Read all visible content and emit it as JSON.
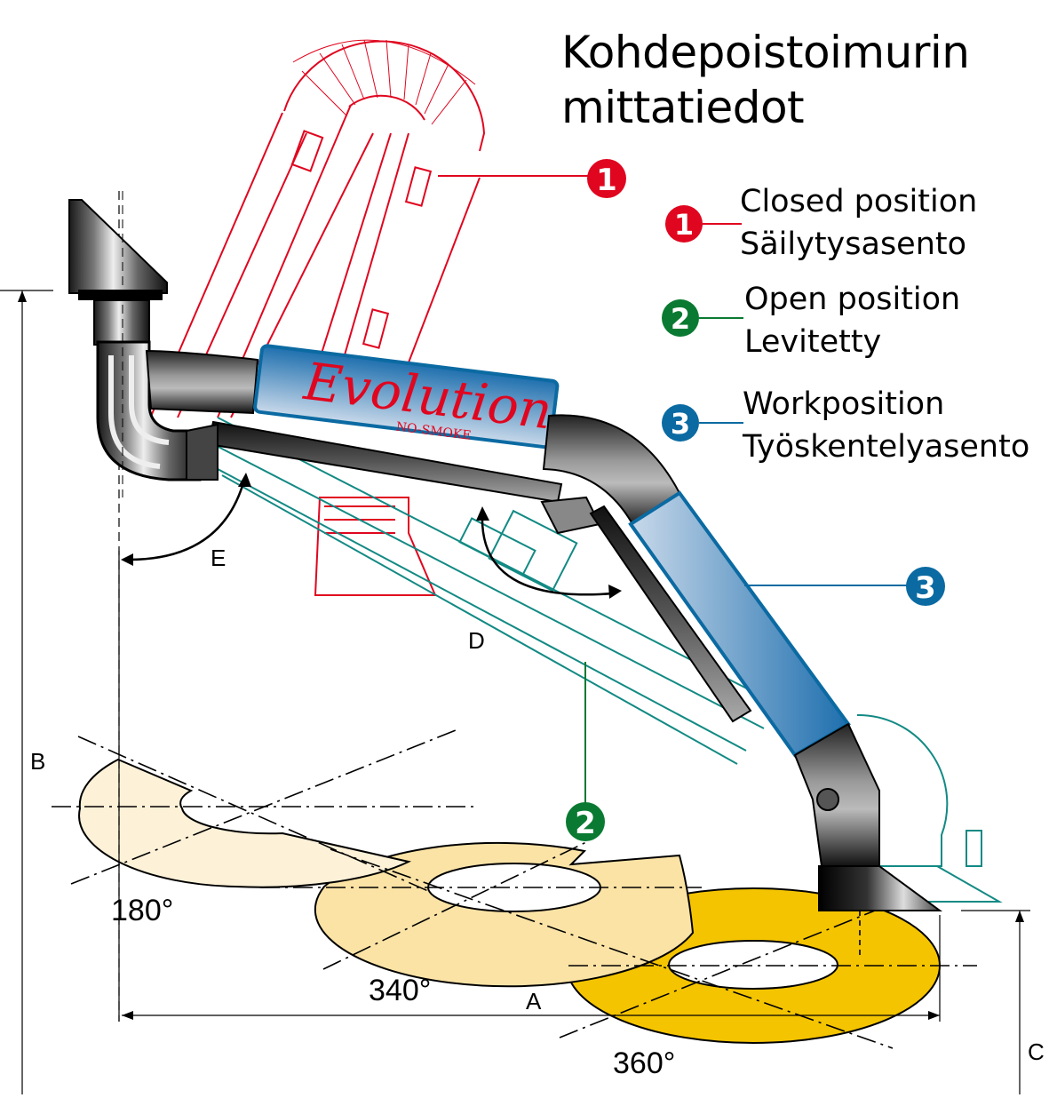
{
  "title": {
    "line1": "Kohdepoistoimurin",
    "line2": "mittatiedot"
  },
  "legend": [
    {
      "number": "1",
      "color": "#e0061f",
      "label_en": "Closed position",
      "label_fi": "Säilytysasento"
    },
    {
      "number": "2",
      "color": "#0a7a32",
      "label_en": "Open position",
      "label_fi": "Levitetty"
    },
    {
      "number": "3",
      "color": "#0b6aa2",
      "label_en": "Workposition",
      "label_fi": "Työskentelyasento"
    }
  ],
  "callouts": {
    "c1": "1",
    "c2": "2",
    "c3": "3"
  },
  "brand": {
    "name": "Evolution",
    "subname": "NO-SMOKE"
  },
  "dimensions": {
    "A": "A",
    "B": "B",
    "C": "C",
    "D": "D",
    "E": "E"
  },
  "rotation_ranges": [
    {
      "label": "180°",
      "degrees": 180
    },
    {
      "label": "340°",
      "degrees": 340
    },
    {
      "label": "360°",
      "degrees": 360
    }
  ],
  "colors": {
    "closed": "#e0061f",
    "open": "#0a7a32",
    "open_outline": "#138a84",
    "work": "#0b6aa2",
    "ring180": "#fdf1d8",
    "ring340": "#fbe3a6",
    "ring360": "#f4c400"
  }
}
